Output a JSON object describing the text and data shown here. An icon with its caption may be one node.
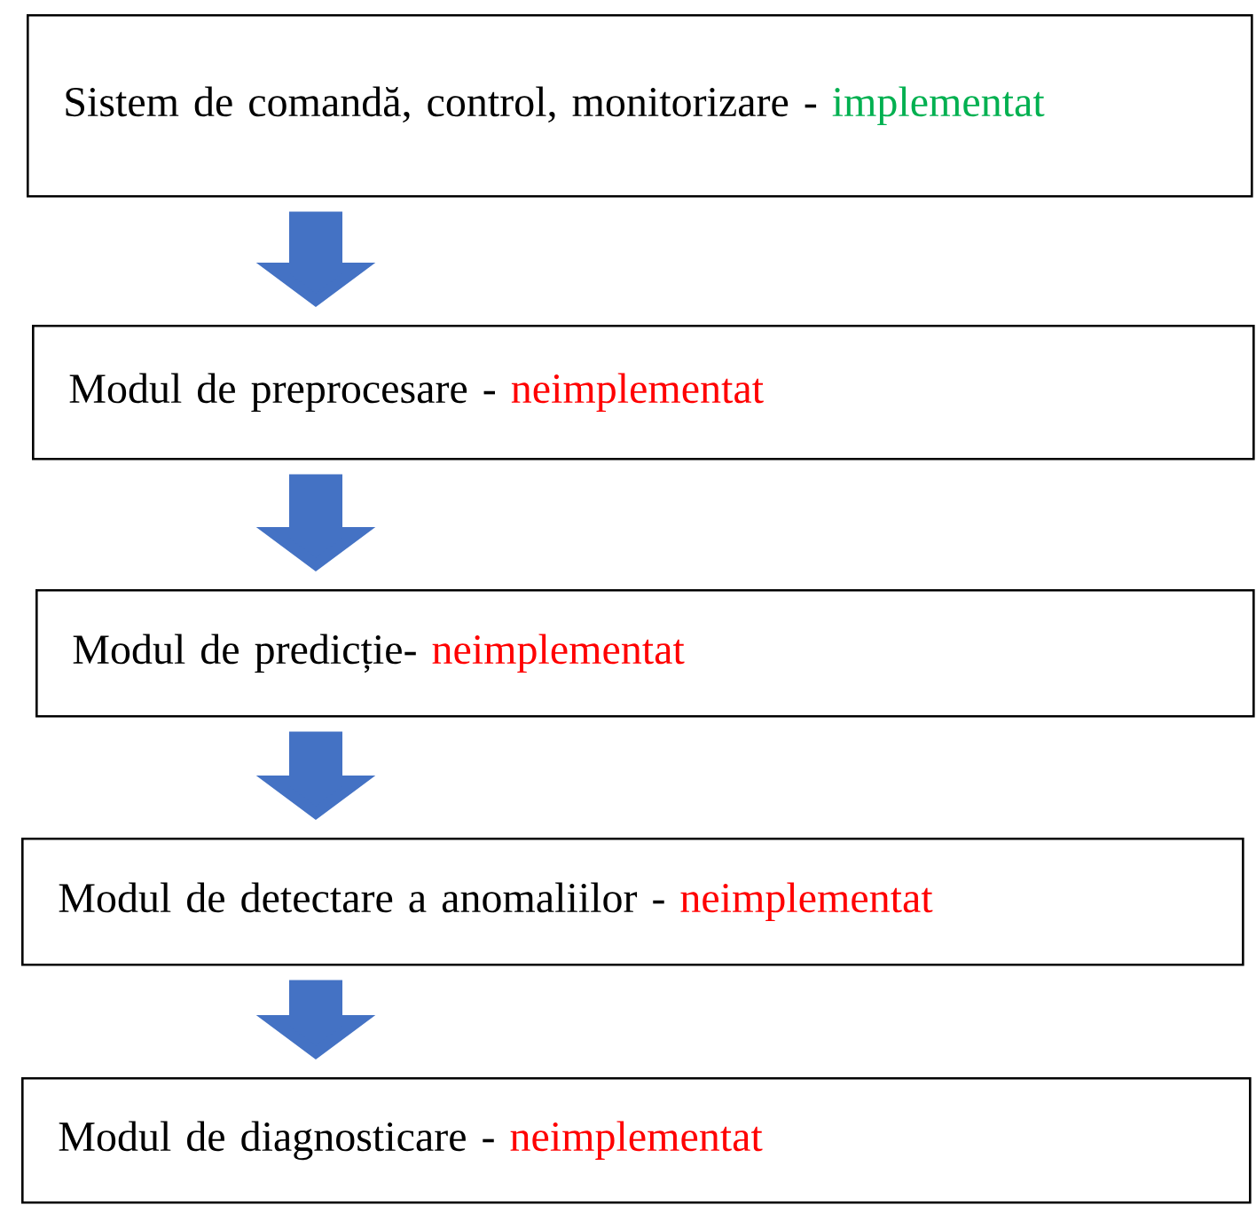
{
  "diagram": {
    "nodes": [
      {
        "text": [
          "Sistem de comandă, control, monitorizare -",
          "implementat"
        ]
      },
      {
        "text": [
          "Modul de preprocesare -",
          "neimplementat"
        ]
      },
      {
        "text": [
          "Modul de predicție-",
          "neimplementat"
        ]
      },
      {
        "text": [
          "Modul de detectare a anomaliilor -",
          "neimplementat"
        ]
      },
      {
        "text": [
          "Modul de diagnosticare -",
          "neimplementat"
        ]
      }
    ],
    "edges": [
      {
        "from": 0,
        "to": 1,
        "arrow": "to"
      },
      {
        "from": 1,
        "to": 2,
        "arrow": "to"
      },
      {
        "from": 2,
        "to": 3,
        "arrow": "to"
      },
      {
        "from": 3,
        "to": 4,
        "arrow": "to"
      }
    ]
  }
}
